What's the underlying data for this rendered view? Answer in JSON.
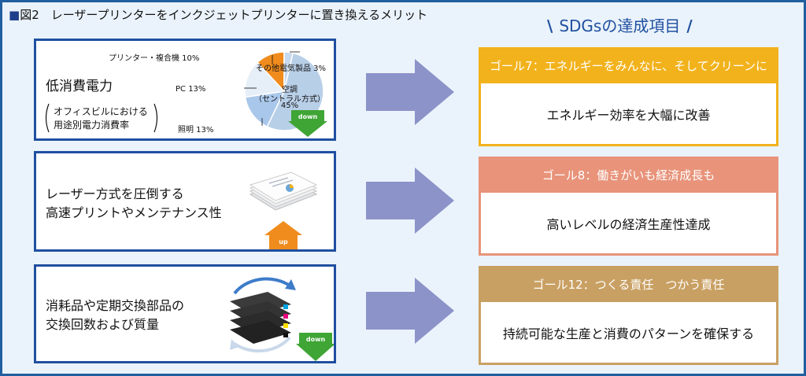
{
  "figure_title": {
    "marker": "■",
    "text": "図2　レーザープリンターをインクジェットプリンターに置き換えるメリット"
  },
  "sdgs_header": {
    "text": "SDGsの達成項目",
    "left_slash": "\\",
    "right_slash": "/"
  },
  "rows": [
    {
      "title": "低消費電力",
      "note_line1": "オフィスビルにおける",
      "note_line2": "用途別電力消費率",
      "badge": "down"
    },
    {
      "title_line1": "レーザー方式を圧倒する",
      "title_line2": "高速プリントやメンテナンス性",
      "badge": "up"
    },
    {
      "title_line1": "消耗品や定期交換部品の",
      "title_line2": "交換回数および質量",
      "badge": "down"
    }
  ],
  "chart_data": {
    "type": "pie",
    "title": "",
    "slices": [
      {
        "label": "空調（セントラル方式）",
        "label_line1": "空調",
        "label_line2": "（セントラル方式）",
        "value": 45,
        "display": "45%",
        "color": "#b8cfe8"
      },
      {
        "label": "照明",
        "value": 13,
        "display": "照明 13%",
        "color": "#a9c7ea"
      },
      {
        "label": "PC",
        "value": 13,
        "display": "PC 13%",
        "color": "#e6eef8"
      },
      {
        "label": "プリンター・複合機",
        "value": 10,
        "display": "プリンター・複合機 10%",
        "color": "#f08c1e"
      },
      {
        "label": "その他電気製品",
        "value": 3,
        "display": "その他電気製品 3%",
        "color": "#c7d9ee"
      }
    ]
  },
  "goals": [
    {
      "header": "ゴール7：エネルギーをみんなに、そしてクリーンに",
      "body": "エネルギー効率を大幅に改善",
      "color": "#f2b21c",
      "border": "#f2b21c"
    },
    {
      "header": "ゴール8：働きがいも経済成長も",
      "body": "高いレベルの経済生産性達成",
      "color": "#e8937a",
      "border": "#e8937a"
    },
    {
      "header": "ゴール12：つくる責任　つかう責任",
      "body": "持続可能な生産と消費のパターンを確保する",
      "color": "#c9a063",
      "border": "#c9a063"
    }
  ],
  "colors": {
    "frame": "#1f5fa0",
    "arrow": "#8c93c9",
    "down": "#3fa535",
    "up": "#f08c1e"
  }
}
